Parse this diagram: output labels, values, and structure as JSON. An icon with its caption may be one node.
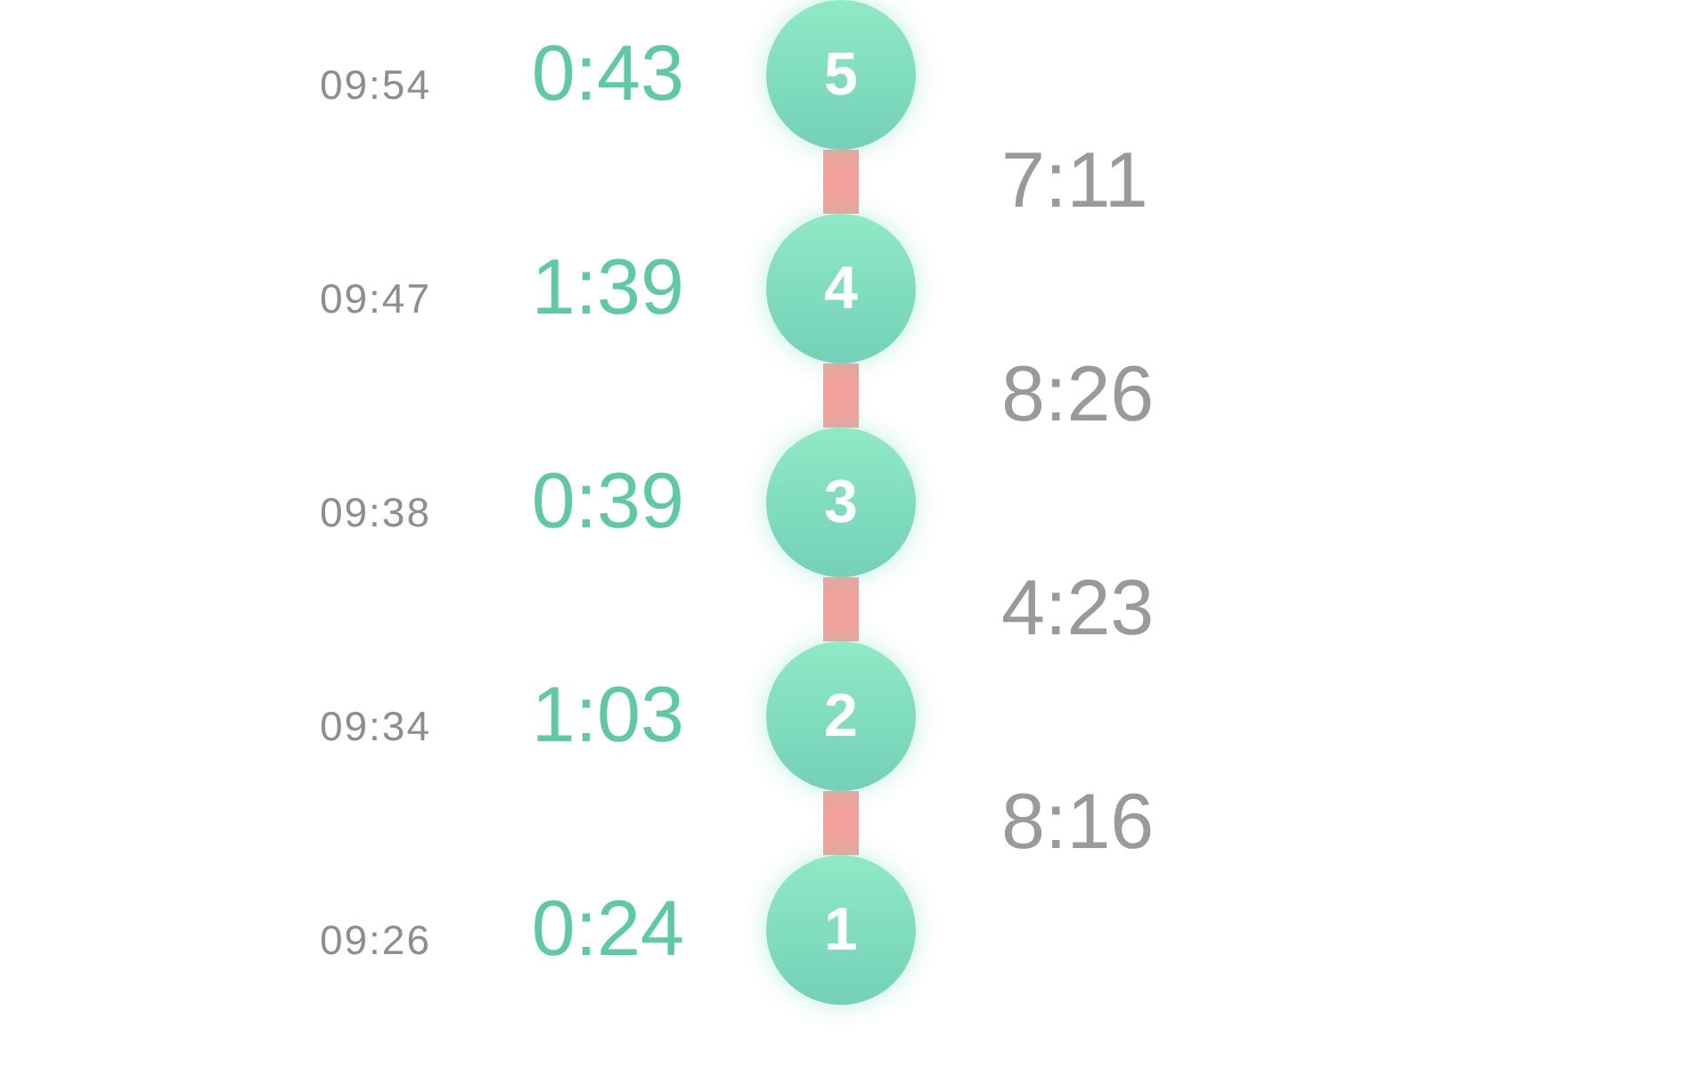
{
  "diagram": {
    "nodes": [
      {
        "text": [
          "5"
        ],
        "beside": [
          "09:54",
          "0:43"
        ]
      },
      {
        "text": [
          "4"
        ],
        "beside": [
          "09:47",
          "1:39"
        ]
      },
      {
        "text": [
          "3"
        ],
        "beside": [
          "09:38",
          "0:39"
        ]
      },
      {
        "text": [
          "2"
        ],
        "beside": [
          "09:34",
          "1:03"
        ]
      },
      {
        "text": [
          "1"
        ],
        "beside": [
          "09:26",
          "0:24"
        ]
      }
    ],
    "edges": [
      {
        "from": 0,
        "to": 1,
        "arrow": "none",
        "label": "7:11"
      },
      {
        "from": 1,
        "to": 2,
        "arrow": "none",
        "label": "8:26"
      },
      {
        "from": 2,
        "to": 3,
        "arrow": "none",
        "label": "4:23"
      },
      {
        "from": 3,
        "to": 4,
        "arrow": "none",
        "label": "8:16"
      }
    ]
  }
}
